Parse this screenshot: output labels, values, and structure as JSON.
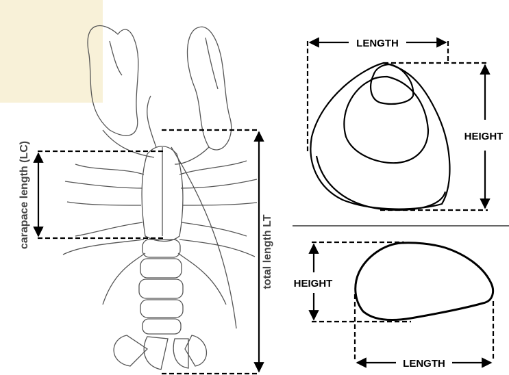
{
  "lobster": {
    "carapace_label": "carapace length (LC)",
    "total_label": "total length LT"
  },
  "shell": {
    "length_label": "LENGTH",
    "height_label": "HEIGHT"
  },
  "mussel": {
    "height_label": "HEIGHT",
    "length_label": "LENGTH"
  },
  "colors": {
    "line": "#000000",
    "sketch": "#555555",
    "corner_tint": "#f2e6b8"
  }
}
